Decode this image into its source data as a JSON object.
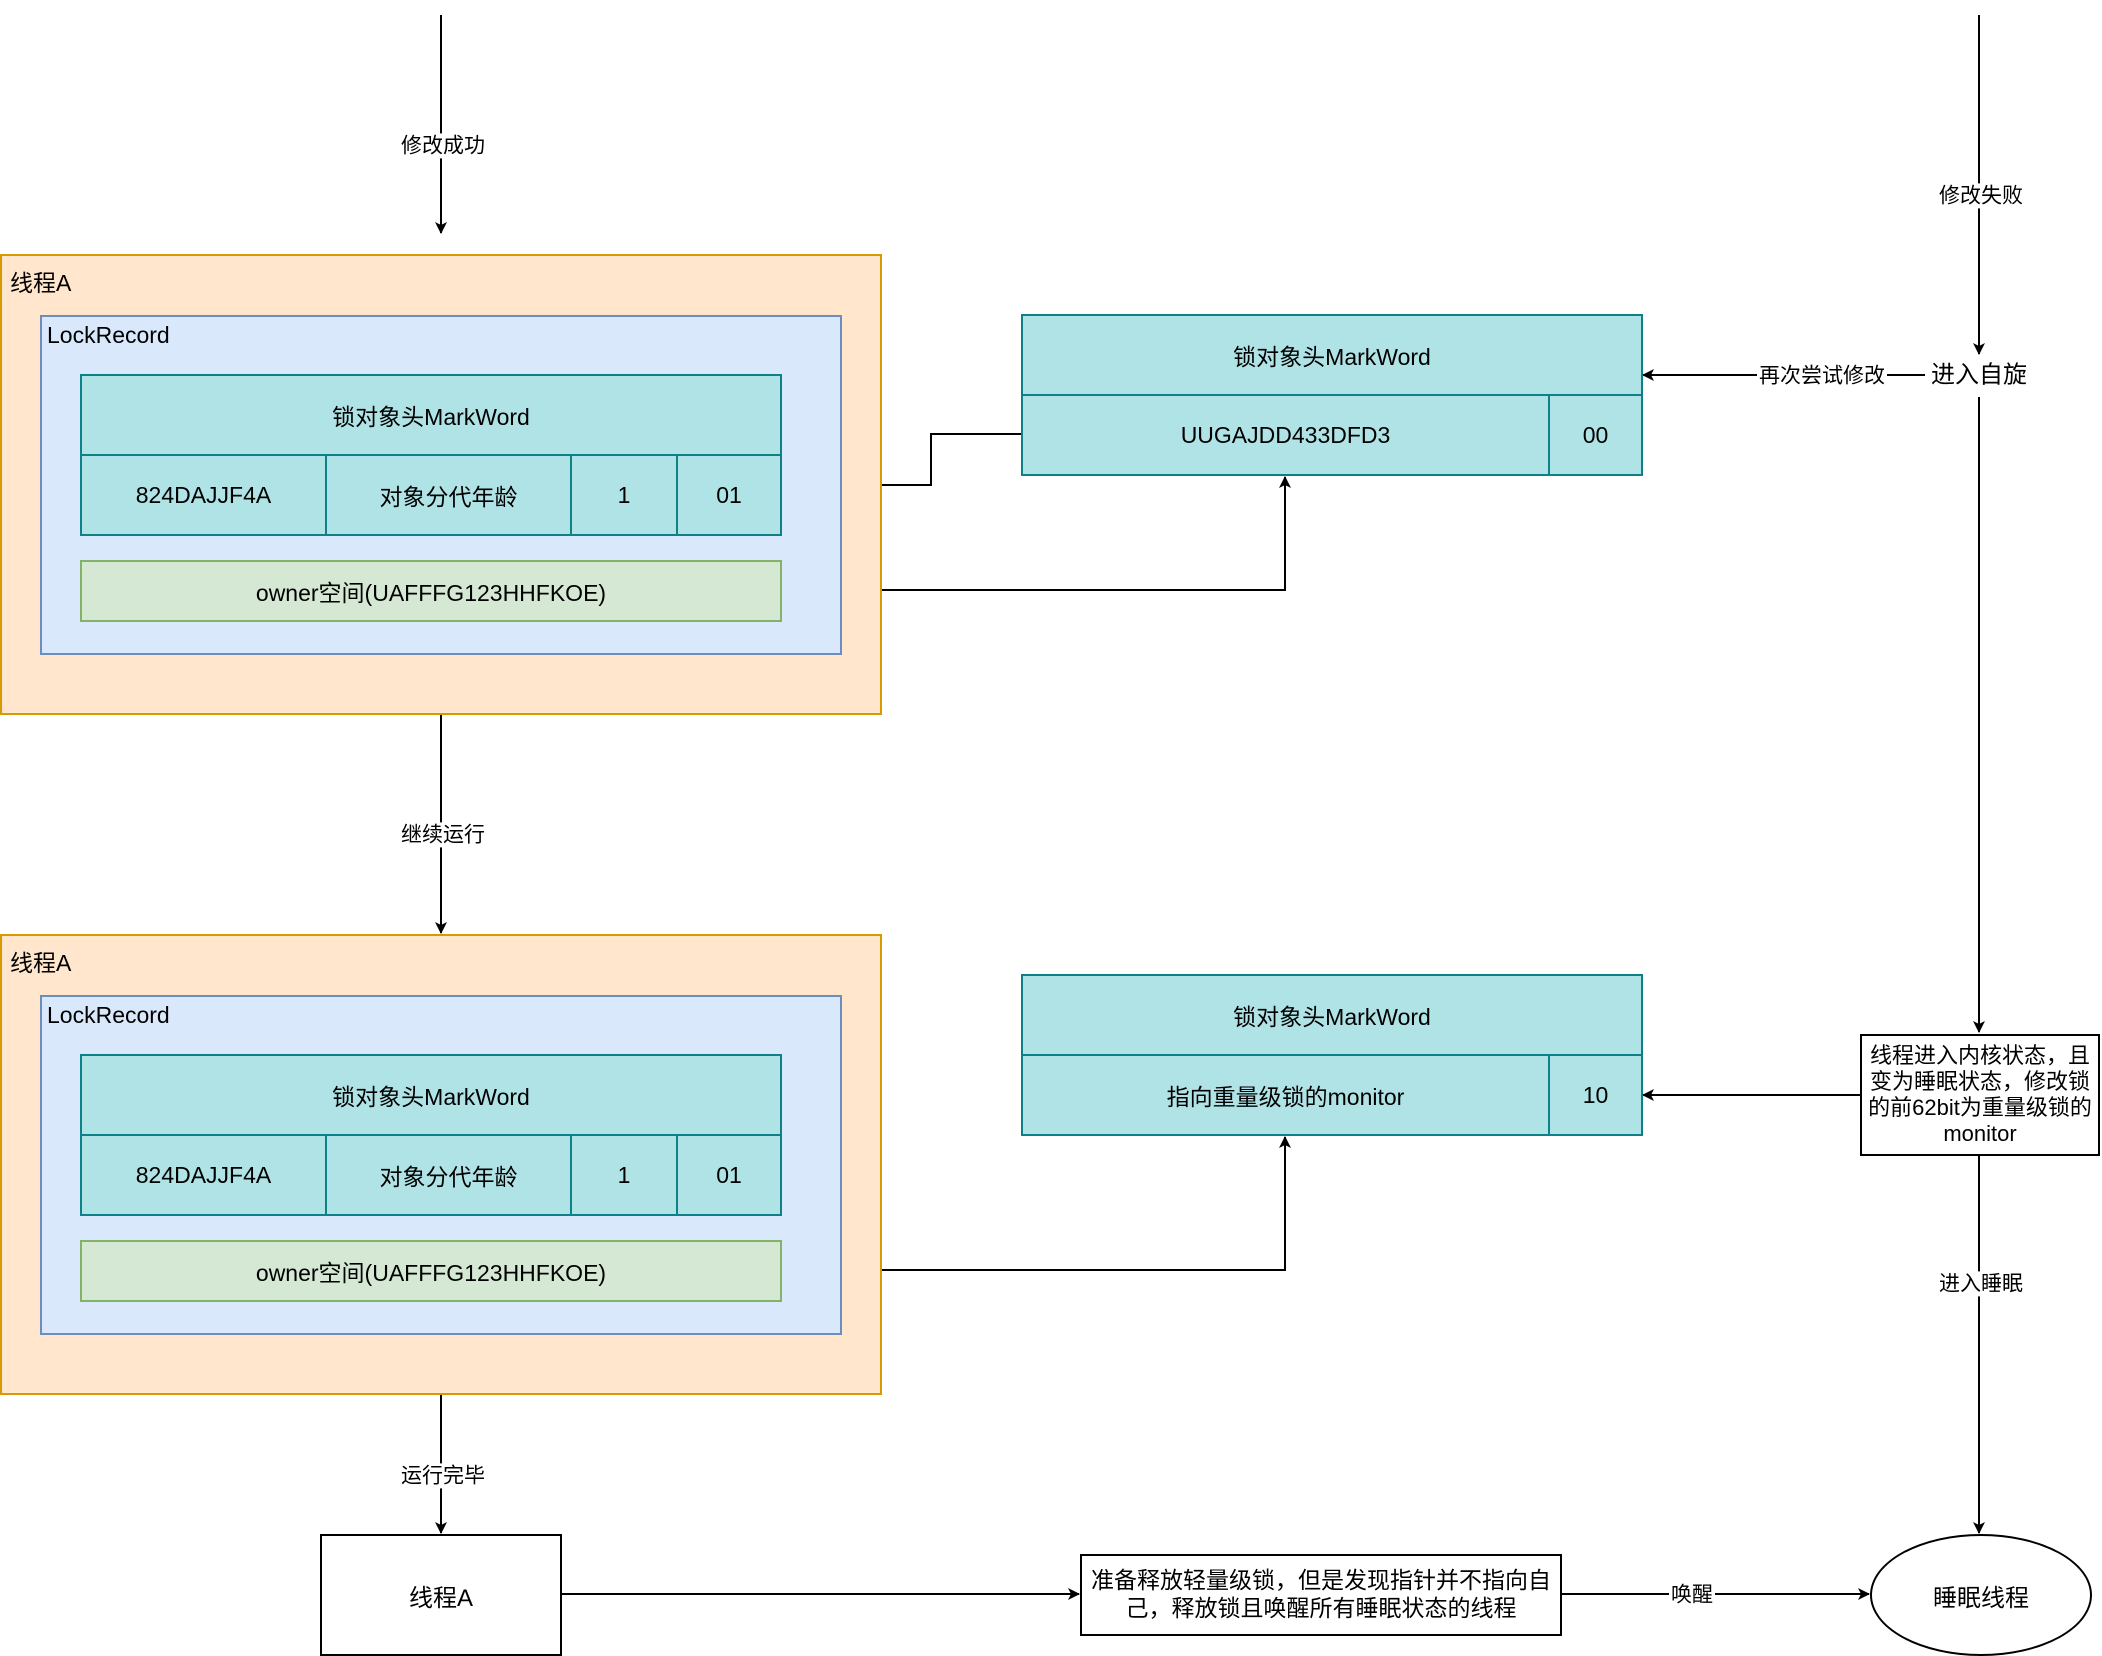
{
  "edge_labels": {
    "modify_success": "修改成功",
    "modify_fail": "修改失败",
    "retry_modify": "再次尝试修改",
    "continue_run": "继续运行",
    "enter_sleep": "进入睡眠",
    "run_complete": "运行完毕",
    "wake_up": "唤醒"
  },
  "thread_frames": [
    {
      "title": "线程A",
      "lock_record": {
        "title": "LockRecord",
        "markword_header": "锁对象头MarkWord",
        "cells": [
          "824DAJJF4A",
          "对象分代年龄",
          "1",
          "01"
        ],
        "owner": "owner空间(UAFFFG123HHFKOE)"
      }
    },
    {
      "title": "线程A",
      "lock_record": {
        "title": "LockRecord",
        "markword_header": "锁对象头MarkWord",
        "cells": [
          "824DAJJF4A",
          "对象分代年龄",
          "1",
          "01"
        ],
        "owner": "owner空间(UAFFFG123HHFKOE)"
      }
    }
  ],
  "object_markwords": [
    {
      "header": "锁对象头MarkWord",
      "value": "UUGAJDD433DFD3",
      "flag": "00"
    },
    {
      "header": "锁对象头MarkWord",
      "value": "指向重量级锁的monitor",
      "flag": "10"
    }
  ],
  "right_flow": {
    "spin": "进入自旋",
    "kernel_note": "线程进入内核状态，且变为睡眠状态，修改锁的前62bit为重量级锁的monitor",
    "sleeping_thread": "睡眠线程"
  },
  "bottom_flow": {
    "thread_box": "线程A",
    "release_note": "准备释放轻量级锁，但是发现指针并不指向自己，释放锁且唤醒所有睡眠状态的线程"
  }
}
